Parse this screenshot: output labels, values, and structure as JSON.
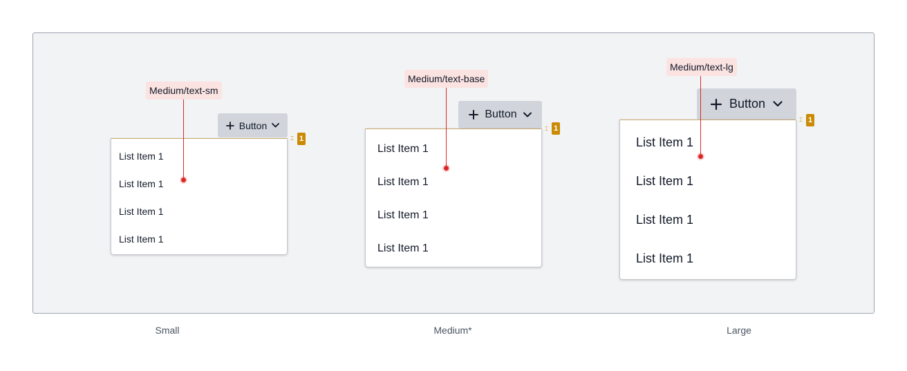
{
  "variants": [
    {
      "token": "Medium/text-sm",
      "button_label": "Button",
      "gap_value": "1",
      "items": [
        "List Item 1",
        "List Item 1",
        "List Item 1",
        "List Item 1"
      ],
      "caption": "Small"
    },
    {
      "token": "Medium/text-base",
      "button_label": "Button",
      "gap_value": "1",
      "items": [
        "List Item 1",
        "List Item 1",
        "List Item 1",
        "List Item 1"
      ],
      "caption": "Medium*"
    },
    {
      "token": "Medium/text-lg",
      "button_label": "Button",
      "gap_value": "1",
      "items": [
        "List Item 1",
        "List Item 1",
        "List Item 1",
        "List Item 1"
      ],
      "caption": "Large"
    }
  ],
  "icons": {
    "add": "plus-icon",
    "expand": "chevron-down-icon"
  },
  "colors": {
    "frame_bg": "#f2f3f5",
    "button_bg": "#d1d5db",
    "token_bg": "#fbe3e2",
    "annotation": "#dc2626",
    "spacing_badge": "#ca8a04"
  }
}
